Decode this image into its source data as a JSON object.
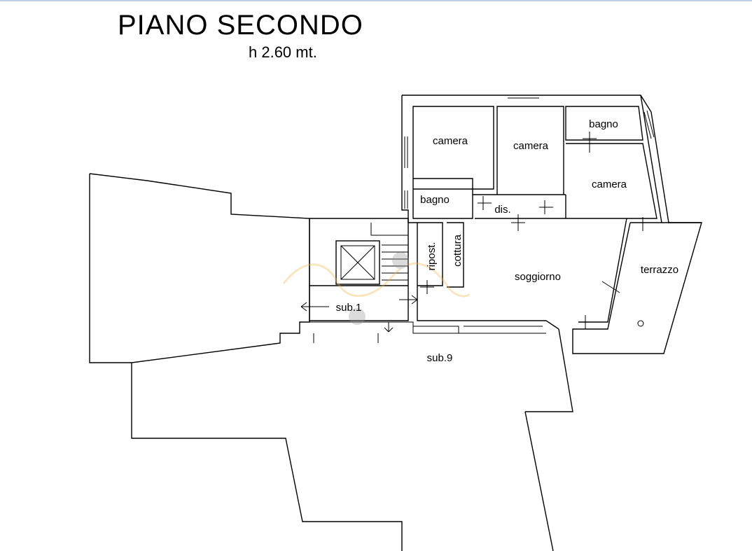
{
  "title": "PIANO SECONDO",
  "subtitle": "h 2.60 mt.",
  "rooms": {
    "camera_1": "camera",
    "camera_2": "camera",
    "camera_3": "camera",
    "bagno_1": "bagno",
    "bagno_2": "bagno",
    "dis": "dis.",
    "ripost": "ripost.",
    "cottura": "cottura",
    "soggiorno": "soggiorno",
    "terrazzo": "terrazzo",
    "sub1": "sub.1",
    "sub9": "sub.9"
  },
  "colors": {
    "line": "#000000",
    "background": "#ffffff",
    "watermark_accent": "#f2b64a",
    "top_border": "#bcd3e6"
  }
}
